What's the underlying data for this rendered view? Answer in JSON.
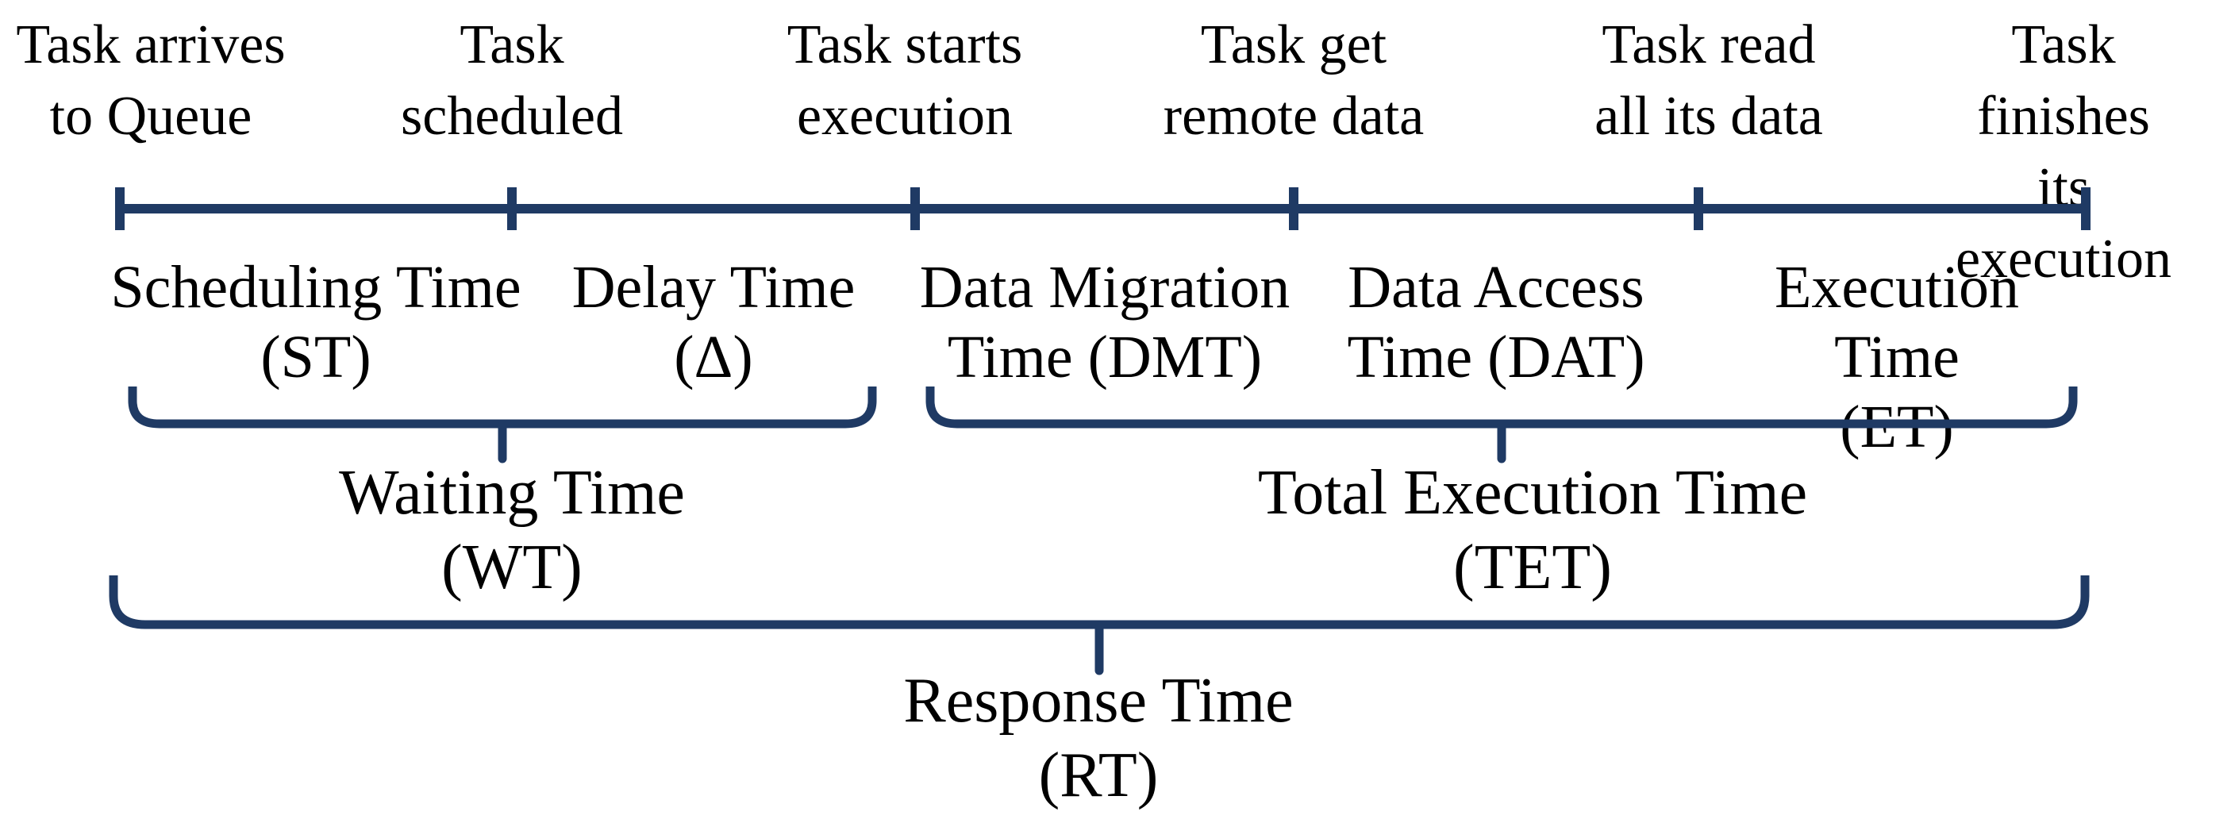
{
  "colors": {
    "line": "#1f3a64",
    "text": "#000000",
    "background": "#ffffff"
  },
  "events": [
    {
      "label": "Task arrives\nto Queue"
    },
    {
      "label": "Task\nscheduled"
    },
    {
      "label": "Task starts\nexecution"
    },
    {
      "label": "Task get\nremote data"
    },
    {
      "label": "Task read\nall its data"
    },
    {
      "label": "Task finishes\nits execution"
    }
  ],
  "segments": [
    {
      "label": "Scheduling Time\n(ST)"
    },
    {
      "label": "Delay Time\n(Δ)"
    },
    {
      "label": "Data Migration\nTime (DMT)"
    },
    {
      "label": "Data Access\nTime (DAT)"
    },
    {
      "label": "Execution Time\n(ET)"
    }
  ],
  "groups": [
    {
      "label": "Waiting Time\n(WT)"
    },
    {
      "label": "Total Execution Time\n(TET)"
    },
    {
      "label": "Response Time\n(RT)"
    }
  ]
}
